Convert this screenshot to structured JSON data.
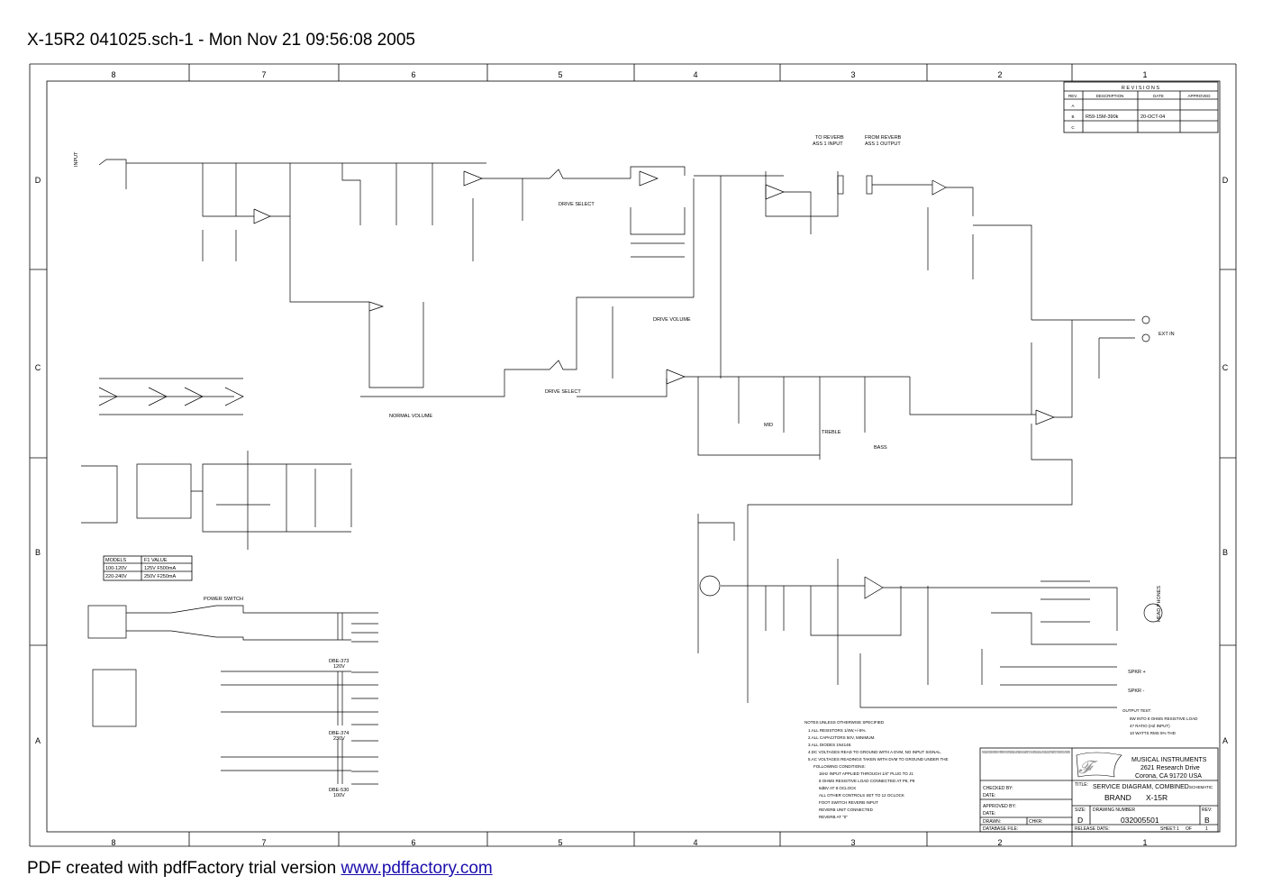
{
  "header": {
    "title": "X-15R2 041025.sch-1 - Mon Nov 21 09:56:08 2005"
  },
  "footer": {
    "prefix": "PDF created with pdfFactory trial version ",
    "link": "www.pdffactory.com"
  },
  "zones": {
    "columns": [
      "8",
      "7",
      "6",
      "5",
      "4",
      "3",
      "2",
      "1"
    ],
    "rows": [
      "D",
      "C",
      "B",
      "A"
    ]
  },
  "revisions": {
    "title": "R E V I S I O N S",
    "headers": [
      "REV.",
      "DESCRIPTION",
      "DATE",
      "APPROVED"
    ],
    "rows": [
      {
        "rev": "A",
        "desc": "",
        "date": "",
        "approved": ""
      },
      {
        "rev": "B",
        "desc": "R59-15M-390k",
        "date": "20-OCT-04",
        "approved": ""
      },
      {
        "rev": "C",
        "desc": "",
        "date": "",
        "approved": ""
      }
    ]
  },
  "fuse_table": {
    "headers": [
      "MODELS",
      "F1 VALUE"
    ],
    "rows": [
      [
        "100-120V",
        "125V  F500mA"
      ],
      [
        "220-240V",
        "250V  F250mA"
      ]
    ]
  },
  "labels": {
    "input": "INPUT",
    "drive_select_a": "DRIVE SELECT",
    "drive_select_b": "DRIVE SELECT",
    "drive_volume": "DRIVE VOLUME",
    "normal_volume": "NORMAL VOLUME",
    "to_reverb": "TO REVERB",
    "to_reverb_2": "ASS 1 INPUT",
    "from_reverb": "FROM REVERB",
    "from_reverb_2": "ASS 1 OUTPUT",
    "treble": "TREBLE",
    "bass": "BASS",
    "mid": "MID",
    "head_phones": "HEAD PHONES",
    "ext_in": "EXT IN",
    "spkr_plus": "SPKR +",
    "spkr_minus": "SPKR -",
    "dbe_1": "DBE-373",
    "dbe_1_v": "120V",
    "dbe_2": "DBE-374",
    "dbe_2_v": "230V",
    "dbe_3": "DBE-530",
    "dbe_3_v": "100V",
    "power_switch": "POWER SWITCH"
  },
  "notes": {
    "title": "NOTES:UNLESS OTHERWISE SPECIFIED",
    "lines": [
      "1.ALL RESISTORS 1/4W,+/-5%.",
      "2.ALL CAPACITORS 50V, MINIMUM.",
      "3.ALL DIODES 1N4148.",
      "4.DC VOLTAGES READ TO GROUND WITH A DVM, NO INPUT SIGNAL.",
      "5.AC VOLTAGES READINGS TAKEN WITH DVM TO GROUND UNDER THE",
      "FOLLOWING CONDITIONS:",
      "1kHz INPUT APPLIED THROUGH 1/4\" PLUG TO J1",
      "8 OHMS RESISTIVE LOAD CONNECTED AT P8, P9",
      "6dBV AT 8 OCLOCK",
      "ALL OTHER CONTROLS SET TO 12 OCLOCK",
      "FOOT SWITCH REVERB INPUT",
      "REVERB UNIT CONNECTED",
      "REVERB AT \"0\""
    ]
  },
  "output_test": {
    "title": "OUTPUT TEST:",
    "lines": [
      "8W INTO 8 OHMS RESISTIVE LOAD",
      "47 RATIO (HZ INPUT)",
      "10 WATTS RMS 5% THD"
    ]
  },
  "title_block": {
    "disclaimer": "THIS DOCUMENT CONTAINS INFORMATION OF A PROPRIETARY NATURE TO FENDER MUSICAL INSTRUMENTS AND IS SUBMITTED TO YOU IN CONFIDENCE AND SHALL NOT BE DISCLOSED OR TRANSMITTED TO OTHERS WITHOUT AUTHORIZATION.",
    "company": "MUSICAL INSTRUMENTS",
    "address1": "2621 Research Drive",
    "address2": "Corona, CA 91720 USA",
    "checked_by": "CHECKED BY:",
    "date1": "DATE:",
    "approved_by": "APPROVED BY:",
    "date2": "DATE:",
    "drawn": "DRAWN:",
    "chkr": "CHKR:",
    "database_file": "DATABASE FILE:",
    "release_date": "RELEASE DATE:",
    "title_label": "TITLE:",
    "title_value": "SERVICE DIAGRAM, COMBINED",
    "schematic": "SCHEMATIC",
    "brand": "BRAND",
    "model": "X-15R",
    "size_label": "SIZE:",
    "size_value": "D",
    "drawing_number_label": "DRAWING NUMBER",
    "drawing_number": "032005501",
    "rev_label": "REV:",
    "rev_value": "B",
    "sheet_label": "SHEET:",
    "sheet_value": "1",
    "of_label": "OF",
    "of_value": "1"
  }
}
